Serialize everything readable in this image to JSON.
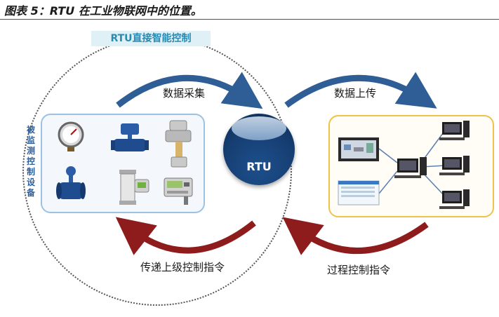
{
  "figure": {
    "title": "图表 5：RTU 在工业物联网中的位置。"
  },
  "diagram": {
    "rtu_zone_label": "RTU直接智能控制",
    "devices_label": "被监测控制设备",
    "rtu_label": "RTU",
    "flows": {
      "data_collection": "数据采集",
      "data_upload": "数据上传",
      "control_down": "传递上级控制指令",
      "process_control": "过程控制指令"
    }
  },
  "colors": {
    "arrow_blue": "#2e5e95",
    "arrow_red": "#8f1c1c",
    "devices_border": "#9cc1e3",
    "network_border": "#f0c24a"
  }
}
